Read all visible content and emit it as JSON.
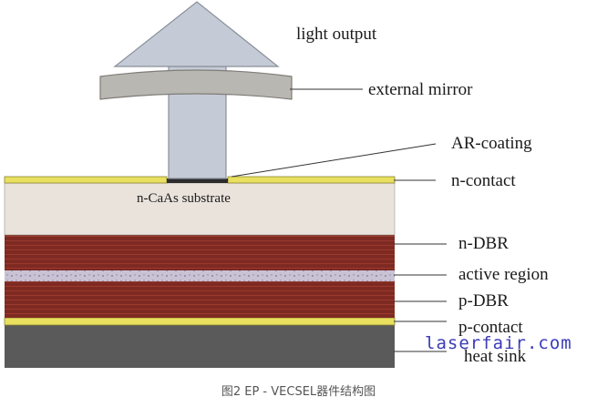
{
  "labels": {
    "light_output": "light output",
    "external_mirror": "external mirror",
    "ar_coating": "AR-coating",
    "n_contact": "n-contact",
    "n_dbr": "n-DBR",
    "active_region": "active region",
    "p_dbr": "p-DBR",
    "p_contact": "p-contact",
    "heat_sink": "heat sink",
    "substrate": "n-CaAs substrate"
  },
  "watermark": "laserfair.com",
  "caption": "图2 EP - VECSEL器件结构图",
  "colors": {
    "arrow": "#c5cbd6",
    "arrow_stroke": "#8a8f99",
    "mirror": "#b9b7b2",
    "contact": "#e9e060",
    "substrate": "#e9e3dc",
    "dbr": "#7e2a22",
    "active": "#c9c2d4",
    "heat_sink": "#5a5a5a",
    "leader": "#333333",
    "watermark": "#3b3bb8"
  }
}
